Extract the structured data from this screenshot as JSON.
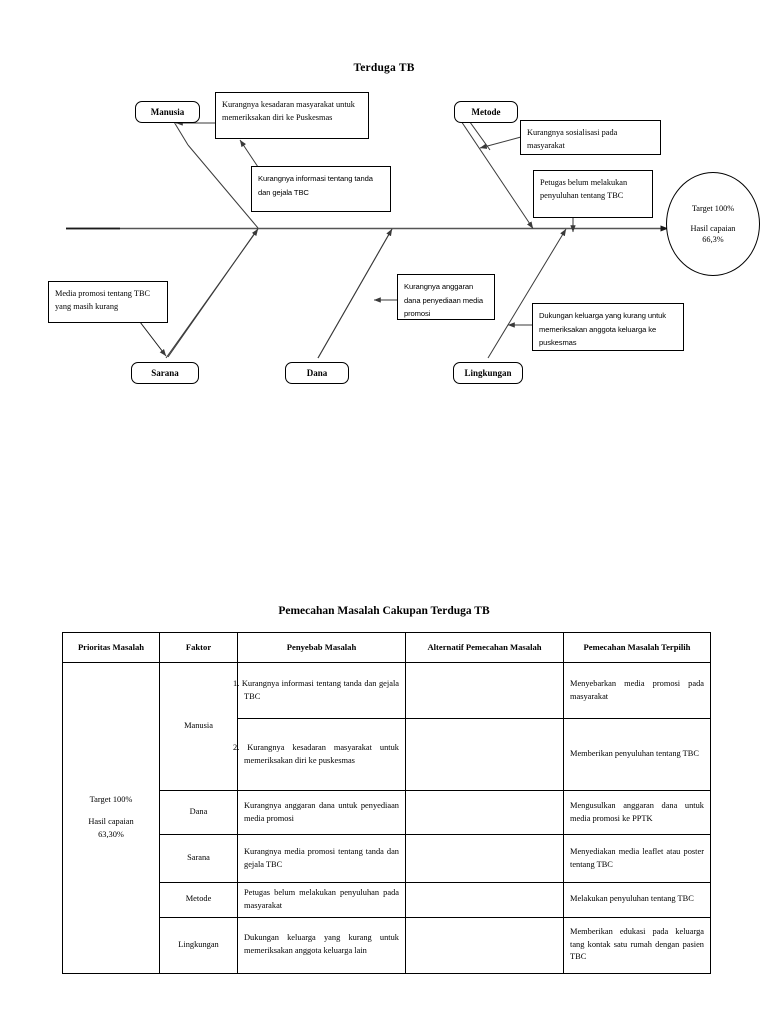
{
  "fishbone": {
    "title": "Terduga TB",
    "categories": [
      {
        "name": "Manusia"
      },
      {
        "name": "Metode"
      },
      {
        "name": "Sarana"
      },
      {
        "name": "Dana"
      },
      {
        "name": "Lingkungan"
      }
    ],
    "causes": {
      "manusia_1": "Kurangnya kesadaran masyarakat untuk memeriksakan diri ke Puskesmas",
      "manusia_2": "Kurangnya informasi tentang tanda dan gejala TBC",
      "metode_1": "Kurangnya sosialisasi pada masyarakat",
      "metode_2": "Petugas belum melakukan penyuluhan tentang TBC",
      "sarana_1": "Media promosi tentang TBC yang masih kurang",
      "dana_1": "Kurangnya anggaran dana penyediaan media promosi",
      "lingkungan_1": "Dukungan keluarga yang kurang untuk memeriksakan anggota keluarga ke puskesmas"
    },
    "effect": {
      "target": "Target 100%",
      "result_label": "Hasil capaian",
      "result_value": "66,3%"
    }
  },
  "table": {
    "title": "Pemecahan Masalah Cakupan Terduga TB",
    "headers": [
      "Prioritas Masalah",
      "Faktor",
      "Penyebab Masalah",
      "Alternatif Pemecahan Masalah",
      "Pemecahan Masalah Terpilih"
    ],
    "priority": {
      "target": "Target 100%",
      "result_label": "Hasil capaian",
      "result_value": "63,30%"
    },
    "rows": [
      {
        "faktor": "Manusia",
        "penyebab": "1. Kurangnya informasi tentang tanda dan gejala TBC",
        "alternatif": "",
        "terpilih": "Menyebarkan media promosi pada masyarakat"
      },
      {
        "faktor": "",
        "penyebab": "2. Kurangnya kesadaran masyarakat untuk memeriksakan diri ke puskesmas",
        "alternatif": "",
        "terpilih": "Memberikan penyuluhan tentang TBC"
      },
      {
        "faktor": "Dana",
        "penyebab": "Kurangnya anggaran dana untuk penyediaan media promosi",
        "alternatif": "",
        "terpilih": "Mengusulkan anggaran dana untuk media promosi ke PPTK"
      },
      {
        "faktor": "Sarana",
        "penyebab": "Kurangnya media promosi tentang tanda dan gejala TBC",
        "alternatif": "",
        "terpilih": "Menyediakan media leaflet atau poster tentang TBC"
      },
      {
        "faktor": "Metode",
        "penyebab": "Petugas belum melakukan penyuluhan pada masyarakat",
        "alternatif": "",
        "terpilih": "Melakukan penyuluhan tentang TBC"
      },
      {
        "faktor": "Lingkungan",
        "penyebab": "Dukungan keluarga yang kurang untuk memeriksakan anggota keluarga lain",
        "alternatif": "",
        "terpilih": "Memberikan edukasi pada keluarga tang kontak satu rumah dengan pasien TBC"
      }
    ]
  }
}
